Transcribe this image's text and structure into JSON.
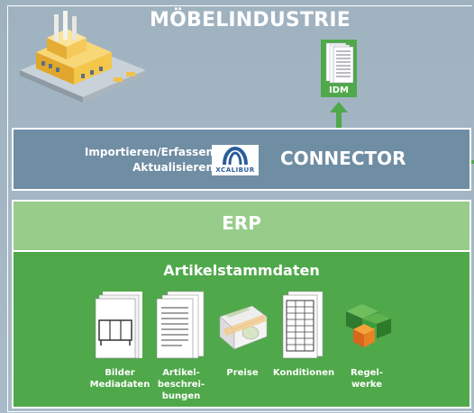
{
  "title": "MÖBELINDUSTRIE",
  "idm": {
    "label": "IDM"
  },
  "connector": {
    "line1": "Importieren/Erfassen",
    "line2": "Aktualisieren",
    "logo_text": "XCALIBUR",
    "title": "CONNECTOR"
  },
  "erp": {
    "title": "ERP",
    "section_title": "Artikelstammdaten",
    "items": [
      {
        "label": "Bilder\nMediadaten",
        "icon": "images-icon"
      },
      {
        "label": "Artikel-\nbeschrei-\nbungen",
        "icon": "documents-icon"
      },
      {
        "label": "Preise",
        "icon": "money-icon"
      },
      {
        "label": "Konditionen",
        "icon": "table-icon"
      },
      {
        "label": "Regel-\nwerke",
        "icon": "cubes-icon"
      }
    ]
  },
  "colors": {
    "background": "#a7b9c6",
    "connector": "#6f8da3",
    "erp_head": "#97cc8a",
    "erp_body": "#4fa84a",
    "arrow": "#4fa84a"
  }
}
